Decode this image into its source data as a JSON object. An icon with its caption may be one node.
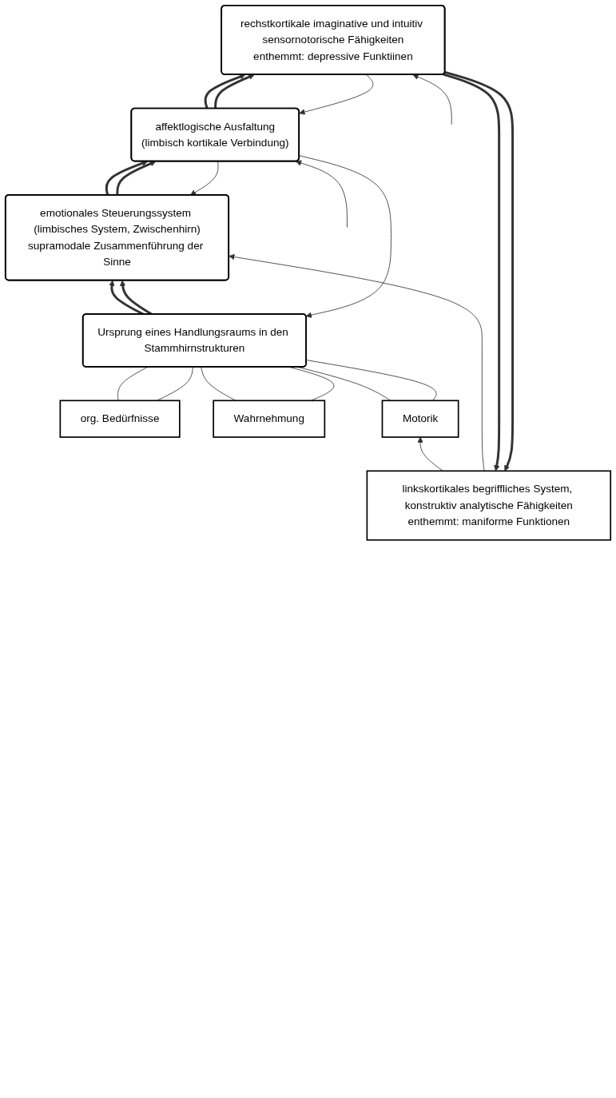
{
  "diagram": {
    "nodes": [
      {
        "text": [
          "linkskortikales begriffliches System, konstruktiv analytische Fähigkeiten",
          "enthemmt: maniforme Funktionen"
        ]
      },
      {
        "text": [
          "rechstkortikale imaginative und intuitiv sensornotorische Fähigkeiten",
          "enthemmt: depressive Funktiinen"
        ]
      },
      {
        "text": [
          "affektlogische Ausfaltung",
          "(limbisch kortikale Verbindung)"
        ]
      },
      {
        "text": [
          "emotionales Steuerungssystem (limbisches System, Zwischenhirn)",
          "supramodale Zusammenführung der Sinne"
        ]
      },
      {
        "text": [
          "Ursprung eines Handlungsraums in den Stammhirnstrukturen"
        ]
      },
      {
        "text": [
          "org. Bedürfnisse"
        ]
      },
      {
        "text": [
          "Wahrnehmung"
        ]
      },
      {
        "text": [
          "Motorik"
        ]
      }
    ],
    "edges": [
      {
        "from": 1,
        "to": 0,
        "arrow": "to",
        "style": "thick"
      },
      {
        "from": 1,
        "to": 0,
        "arrow": "to",
        "style": "thick"
      },
      {
        "from": 2,
        "to": 1,
        "arrow": "to",
        "style": "thick"
      },
      {
        "from": 2,
        "to": 1,
        "arrow": "to",
        "style": "thick"
      },
      {
        "from": 3,
        "to": 2,
        "arrow": "to",
        "style": "thick"
      },
      {
        "from": 3,
        "to": 2,
        "arrow": "to",
        "style": "thick"
      },
      {
        "from": 4,
        "to": 3,
        "arrow": "to",
        "style": "thick"
      },
      {
        "from": 4,
        "to": 3,
        "arrow": "to",
        "style": "thick"
      },
      {
        "from": 5,
        "to": 4,
        "arrow": "none"
      },
      {
        "from": 5,
        "to": 4,
        "arrow": "none"
      },
      {
        "from": 6,
        "to": 4,
        "arrow": "none"
      },
      {
        "from": 6,
        "to": 4,
        "arrow": "none"
      },
      {
        "from": 7,
        "to": 4,
        "arrow": "none"
      },
      {
        "from": 7,
        "to": 4,
        "arrow": "none"
      },
      {
        "from": 0,
        "to": 7,
        "arrow": "to"
      },
      {
        "from": null,
        "to": 1,
        "arrow": "to"
      },
      {
        "from": 1,
        "to": 2,
        "arrow": "to"
      },
      {
        "from": null,
        "to": 2,
        "arrow": "to"
      },
      {
        "from": 0,
        "to": 3,
        "arrow": "to"
      },
      {
        "from": 2,
        "to": 3,
        "arrow": "to"
      },
      {
        "from": 2,
        "to": 4,
        "arrow": "to"
      }
    ]
  }
}
